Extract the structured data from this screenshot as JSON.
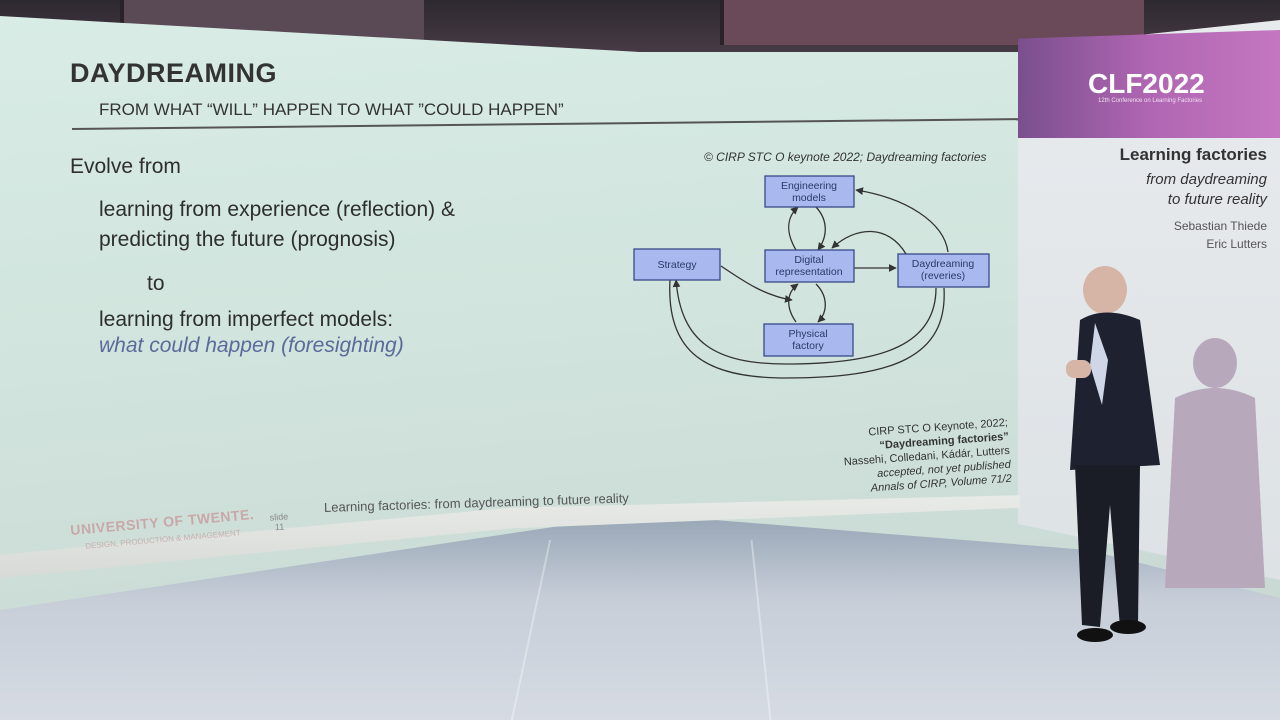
{
  "slide": {
    "title": "DAYDREAMING",
    "subtitle": "FROM WHAT “WILL” HAPPEN  TO  WHAT ”COULD HAPPEN”",
    "credit": "© CIRP STC O keynote 2022; Daydreaming factories",
    "lines": [
      "Evolve from",
      "learning from experience (reflection) &",
      "predicting the future (prognosis)",
      "to",
      "learning from imperfect models:",
      "what could happen (foresighting)"
    ],
    "reference": [
      "CIRP STC O Keynote, 2022;",
      "“Daydreaming factories”",
      "Nassehi, Colledani, Kádár, Lutters",
      "accepted, not yet published",
      "Annals of CIRP, Volume 71/2"
    ]
  },
  "diagram": {
    "strategy": "Strategy",
    "engineering": [
      "Engineering",
      "models"
    ],
    "digital": [
      "Digital",
      "representation"
    ],
    "daydreaming": [
      "Daydreaming",
      "(reveries)"
    ],
    "physical": [
      "Physical",
      "factory"
    ]
  },
  "footer": {
    "university": "UNIVERSITY OF TWENTE.",
    "university_sub": "DESIGN, PRODUCTION & MANAGEMENT",
    "slide_label": "slide",
    "slide_number": "11",
    "text": "Learning factories: from daydreaming to future reality"
  },
  "side": {
    "logo": "CLF2022",
    "logo_sub": "12th Conference on Learning Factories",
    "title": "Learning factories",
    "subtitle_1": "from daydreaming",
    "subtitle_2": "to future reality",
    "authors": [
      "Sebastian Thiede",
      "Eric Lutters"
    ]
  },
  "colors": {
    "box_fill": "#a9b8ee",
    "box_stroke": "#3a4a8a",
    "accent_purple": "#b066b2",
    "foresight_text": "#5a6a9a"
  }
}
